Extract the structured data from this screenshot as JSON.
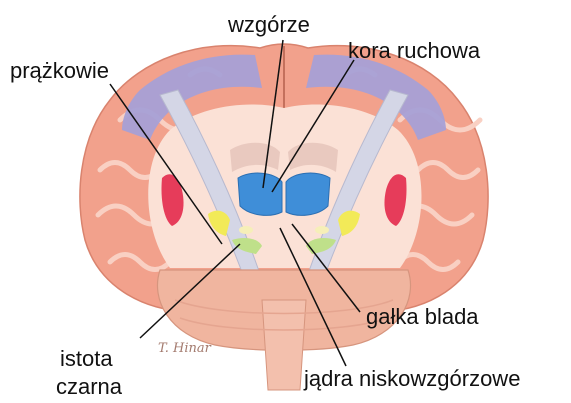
{
  "labels": {
    "thalamus": "wzgórze",
    "striatum": "prążkowie",
    "motor_cortex": "kora ruchowa",
    "globus_pallidus": "gałka blada",
    "substantia_nigra_line1": "istota",
    "substantia_nigra_line2": "czarna",
    "subthalamic_nuclei": "jądra niskowzgórzowe"
  },
  "signature": "T. Hinar",
  "colors": {
    "cortex": "#f2a18c",
    "cortex_gyri": "#f7c3b3",
    "motor_cortex": "#a6a0d6",
    "white_matter": "#fbe1d6",
    "striatum": "#e63c5a",
    "thalamus": "#3f8ed8",
    "globus_pallidus": "#f2ea58",
    "substantia_nigra": "#bfe08a",
    "fiber_tracts": "#d4d6e6",
    "brainstem": "#f0b59f",
    "leader_lines": "#111111"
  }
}
